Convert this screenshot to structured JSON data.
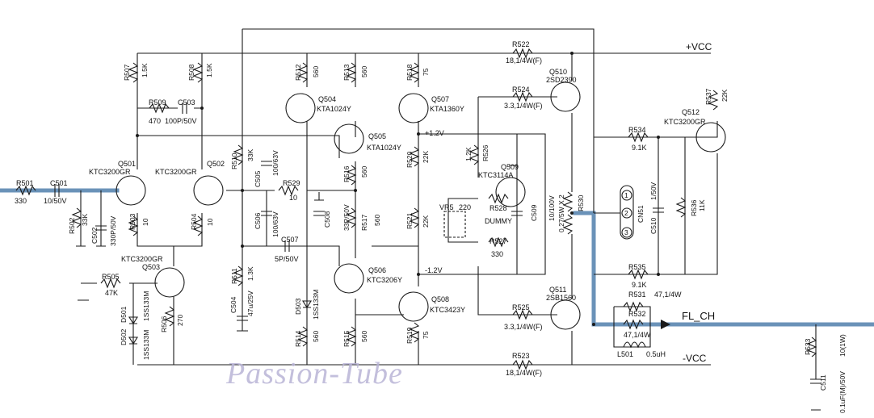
{
  "rails": {
    "vcc_pos": "+VCC",
    "vcc_neg": "-VCC",
    "plus_1v2": "+1.2V",
    "minus_1v2": "-1.2V",
    "output": "FL_CH"
  },
  "watermark": "Passion-Tube",
  "resistors": [
    {
      "ref": "R501",
      "value": "330"
    },
    {
      "ref": "R502",
      "value": "33K"
    },
    {
      "ref": "R503",
      "value": "10"
    },
    {
      "ref": "R504",
      "value": "10"
    },
    {
      "ref": "R505",
      "value": "47K"
    },
    {
      "ref": "R506",
      "value": "270"
    },
    {
      "ref": "R507",
      "value": "1.5K"
    },
    {
      "ref": "R508",
      "value": "1.5K"
    },
    {
      "ref": "R509",
      "value": "470"
    },
    {
      "ref": "R510",
      "value": "33K"
    },
    {
      "ref": "R511",
      "value": "1.3K"
    },
    {
      "ref": "R512",
      "value": "560"
    },
    {
      "ref": "R513",
      "value": "560"
    },
    {
      "ref": "R514",
      "value": "560"
    },
    {
      "ref": "R515",
      "value": "560"
    },
    {
      "ref": "R516",
      "value": "560"
    },
    {
      "ref": "R517",
      "value": "560"
    },
    {
      "ref": "R518",
      "value": "75"
    },
    {
      "ref": "R519",
      "value": "75"
    },
    {
      "ref": "R520",
      "value": "22K"
    },
    {
      "ref": "R521",
      "value": "22K"
    },
    {
      "ref": "R522",
      "value": "18,1/4W(F)"
    },
    {
      "ref": "R523",
      "value": "18,1/4W(F)"
    },
    {
      "ref": "R524",
      "value": "3.3,1/4W(F)"
    },
    {
      "ref": "R525",
      "value": "3.3,1/4W(F)"
    },
    {
      "ref": "R526",
      "value": "1.2K"
    },
    {
      "ref": "R527",
      "value": "330"
    },
    {
      "ref": "R528",
      "value": "DUMMY"
    },
    {
      "ref": "R529",
      "value": "10"
    },
    {
      "ref": "R530",
      "value": "0.27/5W X 2"
    },
    {
      "ref": "R531",
      "value": "47,1/4W"
    },
    {
      "ref": "R532",
      "value": "47,1/4W"
    },
    {
      "ref": "R533",
      "value": "10(1W)"
    },
    {
      "ref": "R534",
      "value": "9.1K"
    },
    {
      "ref": "R535",
      "value": "9.1K"
    },
    {
      "ref": "R536",
      "value": "11K"
    },
    {
      "ref": "R537",
      "value": "22K"
    }
  ],
  "capacitors": [
    {
      "ref": "C501",
      "value": "10/50V"
    },
    {
      "ref": "C502",
      "value": "330P/50V"
    },
    {
      "ref": "C503",
      "value": "100P/50V"
    },
    {
      "ref": "C504",
      "value": "47u/25V"
    },
    {
      "ref": "C505",
      "value": "100/63V"
    },
    {
      "ref": "C506",
      "value": "100/63V"
    },
    {
      "ref": "C507",
      "value": "5P/50V"
    },
    {
      "ref": "C508",
      "value": "33P/50V"
    },
    {
      "ref": "C509",
      "value": "10/100V"
    },
    {
      "ref": "C510",
      "value": "1/50V"
    },
    {
      "ref": "C511",
      "value": "0.1uF(M)/50V"
    }
  ],
  "transistors": [
    {
      "ref": "Q501",
      "part": "KTC3200GR"
    },
    {
      "ref": "Q502",
      "part": "KTC3200GR"
    },
    {
      "ref": "Q503",
      "part": "KTC3200GR"
    },
    {
      "ref": "Q504",
      "part": "KTA1024Y"
    },
    {
      "ref": "Q505",
      "part": "KTA1024Y"
    },
    {
      "ref": "Q506",
      "part": "KTC3206Y"
    },
    {
      "ref": "Q507",
      "part": "KTA1360Y"
    },
    {
      "ref": "Q508",
      "part": "KTC3423Y"
    },
    {
      "ref": "Q509",
      "part": "KTC3114A"
    },
    {
      "ref": "Q510",
      "part": "2SD2390"
    },
    {
      "ref": "Q511",
      "part": "2SB1560"
    },
    {
      "ref": "Q512",
      "part": "KTC3200GR"
    }
  ],
  "diodes": [
    {
      "ref": "D501",
      "part": "1SS133M"
    },
    {
      "ref": "D502",
      "part": "1SS133M"
    },
    {
      "ref": "D503",
      "part": "1SS133M"
    }
  ],
  "others": {
    "vr5": {
      "ref": "VR5",
      "value": "220"
    },
    "l501": {
      "ref": "L501",
      "value": "0.5uH"
    },
    "cn51": {
      "ref": "CN51",
      "pins": [
        "1",
        "2",
        "3"
      ]
    }
  }
}
